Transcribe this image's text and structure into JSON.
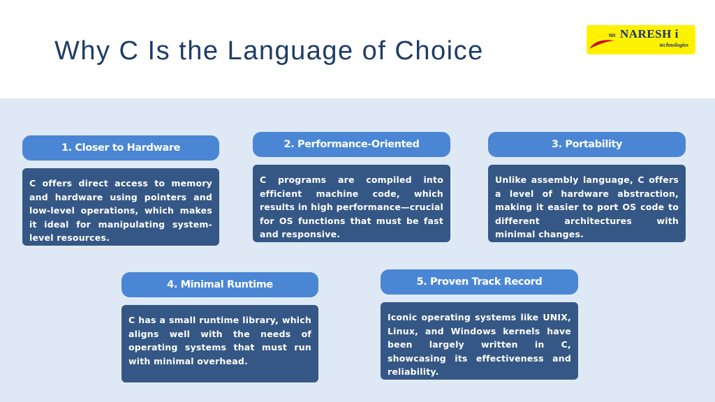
{
  "slide": {
    "title": "Why C Is the Language of Choice"
  },
  "logo": {
    "prefix": "Nit",
    "brand": "NARESH i",
    "tagline": "technologies"
  },
  "reasons": [
    {
      "heading": "1. Closer to Hardware",
      "body": "C offers direct access to memory and hardware using pointers and low-level operations, which makes it ideal for manipulating system-level resources."
    },
    {
      "heading": "2. Performance-Oriented",
      "body": "C programs are compiled into efficient machine code, which results in high performance—crucial for OS functions that must be fast and responsive."
    },
    {
      "heading": "3. Portability",
      "body": "Unlike assembly language, C offers a level of hardware abstraction, making it easier to port OS code to different architectures with minimal changes."
    },
    {
      "heading": "4. Minimal Runtime",
      "body": "C has a small runtime library, which aligns well with the needs of operating systems that must run with minimal overhead."
    },
    {
      "heading": "5. Proven Track Record",
      "body": "Iconic operating systems like UNIX, Linux, and Windows kernels have been largely written in C, showcasing its effectiveness and reliability."
    }
  ],
  "colors": {
    "title": "#1f3c66",
    "panel": "#dfe9f6",
    "pill": "#4a86d4",
    "card": "#355785",
    "logo_bg": "#fff200"
  }
}
